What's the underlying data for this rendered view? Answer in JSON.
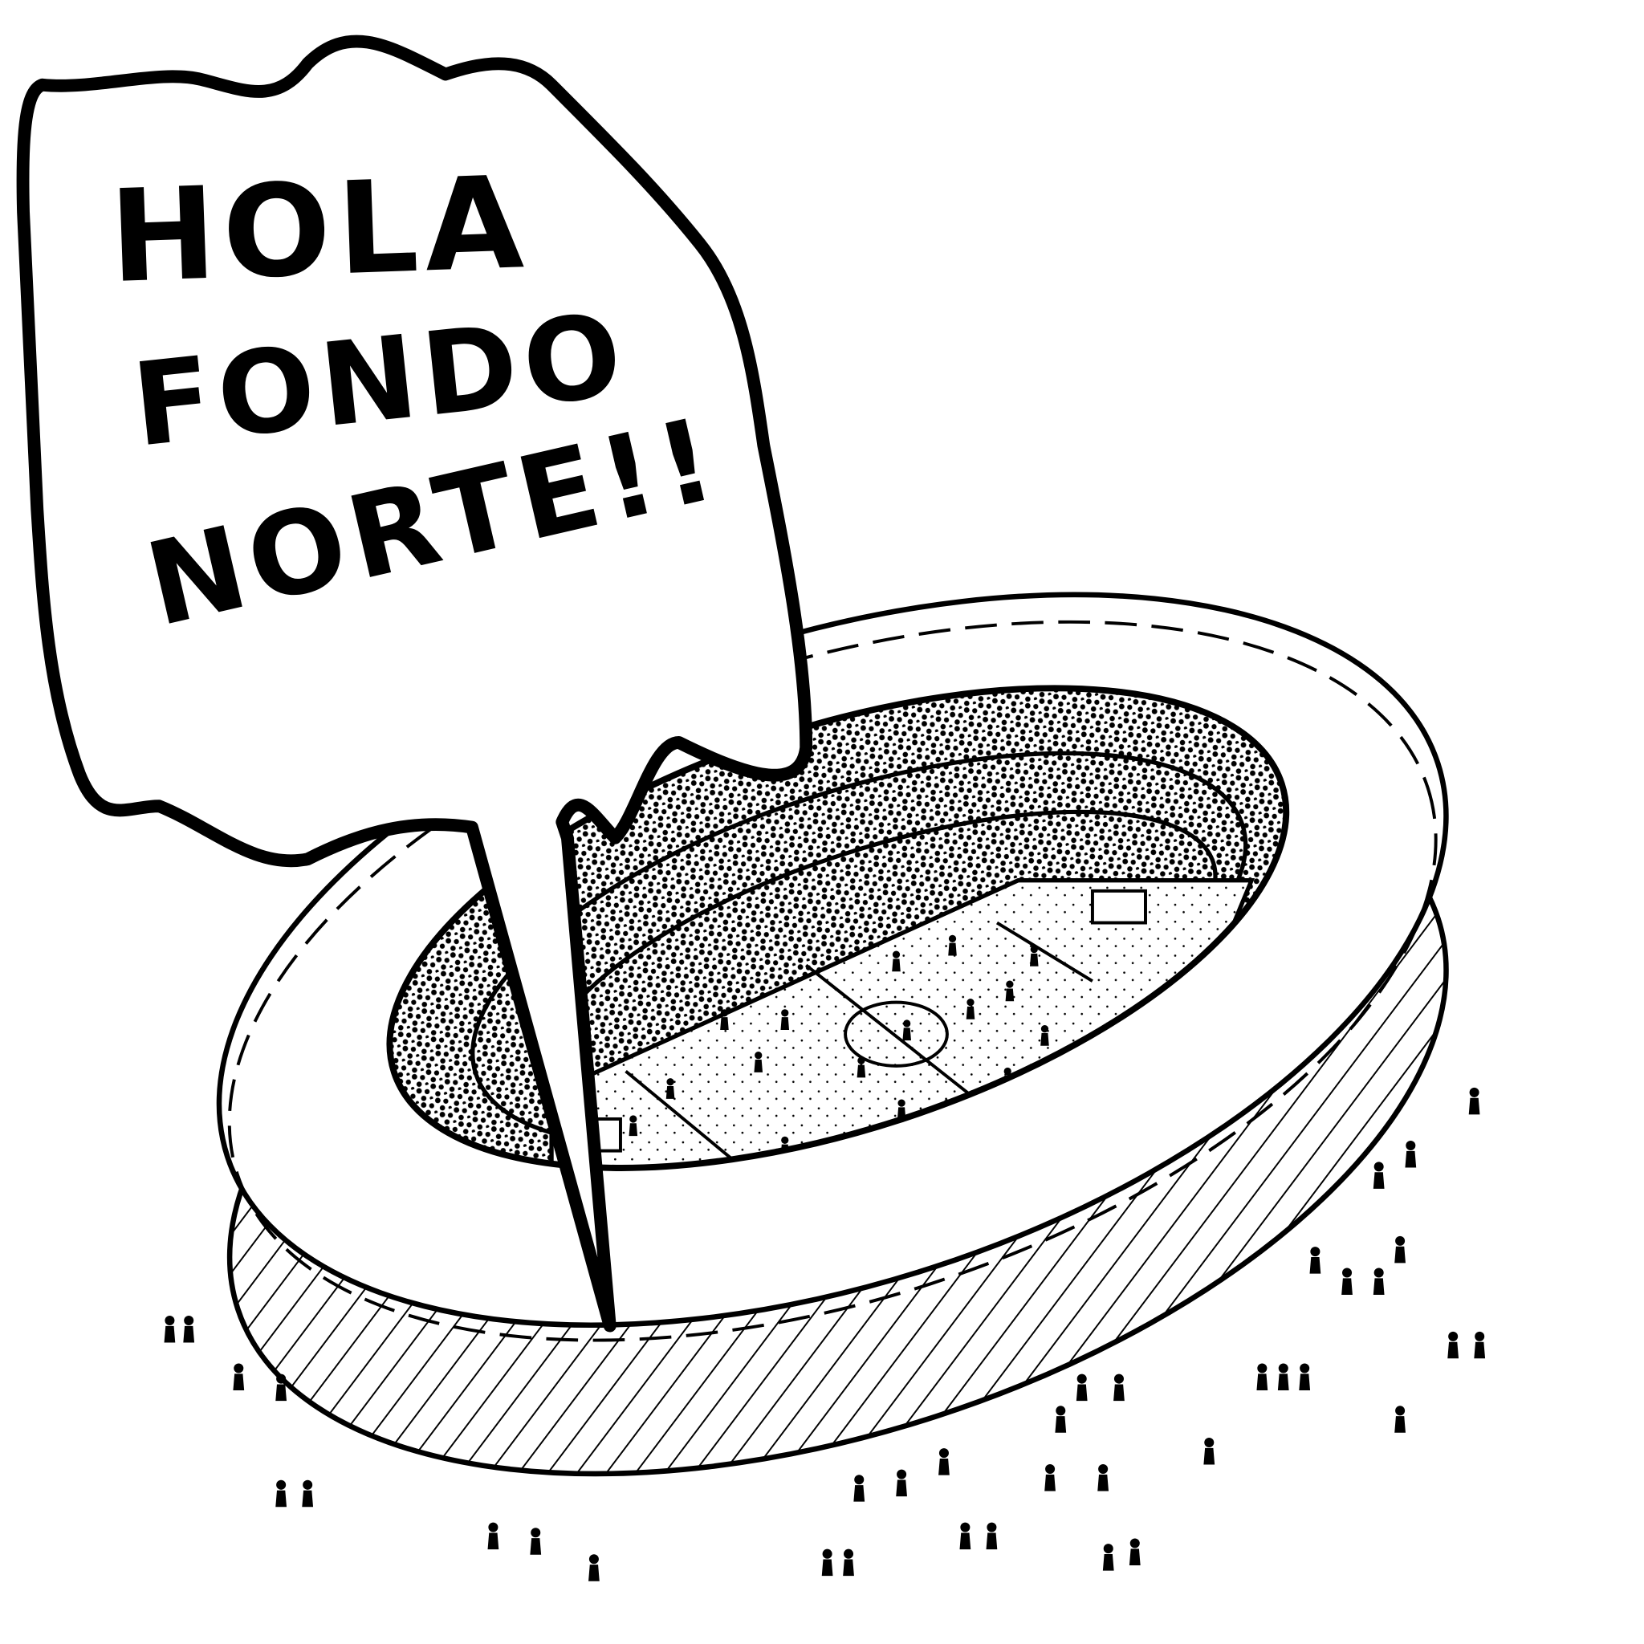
{
  "speech_bubble": {
    "lines": [
      "HOLA",
      "FONDO",
      "NORTE!!"
    ]
  },
  "illustration": {
    "subject": "stadium-with-crowd",
    "ink_color": "#000000",
    "paper_color": "#ffffff"
  }
}
